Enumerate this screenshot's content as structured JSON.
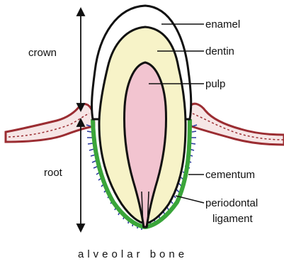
{
  "labels": {
    "enamel": "enamel",
    "dentin": "dentin",
    "pulp": "pulp",
    "cementum": "cementum",
    "periodontal_line1": "periodontal",
    "periodontal_line2": "ligament",
    "crown": "crown",
    "root": "root",
    "bone": "alveolar bone"
  },
  "colors": {
    "gum": "#9b2d32",
    "gum_fill": "#f6e6e6",
    "enamel": "#ffffff",
    "dentin": "#f7f3c8",
    "pulp": "#f2c4d0",
    "cementum": "#3aa53a",
    "ligament": "#2b3a9e",
    "outline": "#111111"
  }
}
